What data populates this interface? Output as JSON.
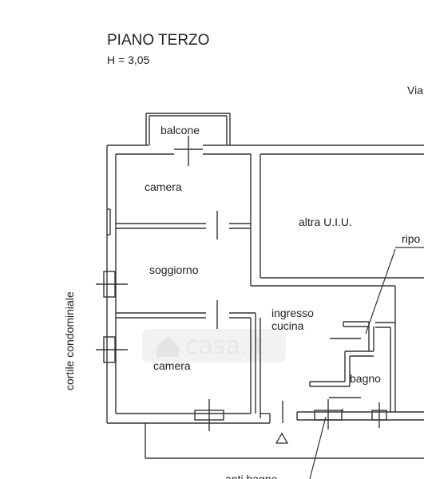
{
  "header": {
    "title": "PIANO TERZO",
    "height_label": "H = 3,05"
  },
  "street_label": "Via",
  "side_label": "cortile condominiale",
  "rooms": {
    "balcone": "balcone",
    "camera_top": "camera",
    "altra_uiu": "altra U.I.U.",
    "ripostiglio": "ripo",
    "soggiorno": "soggiorno",
    "ingresso_line1": "ingresso",
    "ingresso_line2": "cucina",
    "camera_bottom": "camera",
    "bagno": "bagno",
    "antibagno": "anti bagno"
  },
  "watermark": "casa.it",
  "colors": {
    "wall": "#333333",
    "background": "#ffffff",
    "watermark": "#e6e6e6"
  }
}
